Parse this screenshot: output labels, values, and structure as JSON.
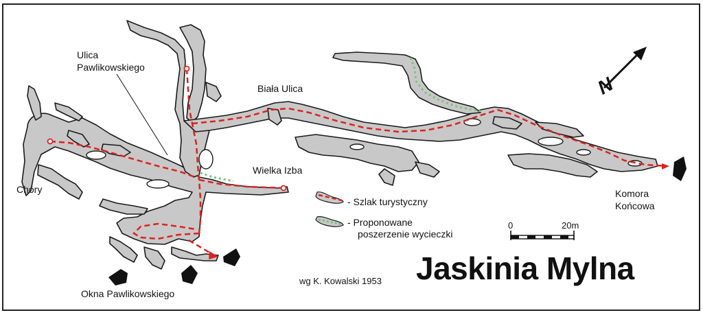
{
  "map": {
    "title": "Jaskinia Mylna",
    "author_credit": "wg  K. Kowalski 1953",
    "place_labels": {
      "ulica_line1": "Ulica",
      "ulica_line2": "Pawlikowskiego",
      "biala_ulica": "Biała Ulica",
      "wielka_izba": "Wielka Izba",
      "chory": "Chóry",
      "okna": "Okna Pawlikowskiego",
      "komora_line1": "Komora",
      "komora_line2": "Końcowa"
    },
    "legend": {
      "tourist_trail": "- Szlak turystyczny",
      "proposed_line1": "-  Proponowane",
      "proposed_line2": "poszerzenie wycieczki"
    },
    "scale_bar": {
      "start_label": "0",
      "end_label": "20m"
    },
    "north_arrow_label": "N",
    "colors": {
      "cave_fill": "#c8c8c8",
      "cave_outline": "#1a1a1a",
      "tourist_trail": "#e0201c",
      "proposed_extension": "#7cc47c",
      "frame": "#222222"
    }
  }
}
